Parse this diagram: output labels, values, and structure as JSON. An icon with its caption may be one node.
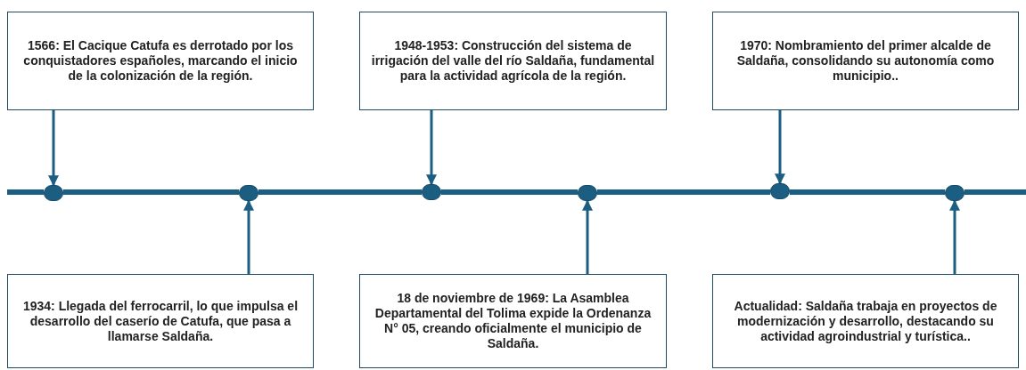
{
  "diagram": {
    "nodes": [
      {
        "text": [
          "1566: El Cacique Catufa es derrotado por los conquistadores españoles, marcando el inicio de la colonización de la región."
        ]
      },
      {
        "text": [
          "1948-1953: Construcción del sistema de irrigación del valle del río Saldaña, fundamental para la actividad agrícola de la región."
        ]
      },
      {
        "text": [
          "1970: Nombramiento del primer alcalde de Saldaña, consolidando su autonomía como municipio.."
        ]
      },
      {
        "text": [],
        "shape": "circle"
      },
      {
        "text": [],
        "shape": "circle"
      },
      {
        "text": [],
        "shape": "circle"
      },
      {
        "text": [],
        "shape": "circle"
      },
      {
        "text": [],
        "shape": "circle"
      },
      {
        "text": [],
        "shape": "circle"
      },
      {
        "text": [
          "1934: Llegada del ferrocarril, lo que impulsa el desarrollo del caserío de Catufa, que pasa a llamarse Saldaña."
        ]
      },
      {
        "text": [
          "18 de noviembre de 1969: La Asamblea Departamental del Tolima expide la Ordenanza N° 05, creando oficialmente el municipio de Saldaña."
        ]
      },
      {
        "text": [
          "Actualidad: Saldaña trabaja en proyectos de modernización y desarrollo, destacando su actividad agroindustrial y turística.."
        ]
      }
    ],
    "edges": [
      {
        "from": 0,
        "to": 3,
        "arrow": "to"
      },
      {
        "from": 1,
        "to": 5,
        "arrow": "to"
      },
      {
        "from": 2,
        "to": 7,
        "arrow": "to"
      },
      {
        "from": 9,
        "to": 4,
        "arrow": "to"
      },
      {
        "from": 10,
        "to": 6,
        "arrow": "to"
      },
      {
        "from": 11,
        "to": 8,
        "arrow": "to"
      },
      {
        "from": null,
        "to": 3,
        "arrow": "none"
      },
      {
        "from": 3,
        "to": 4,
        "arrow": "none"
      },
      {
        "from": 4,
        "to": 5,
        "arrow": "none"
      },
      {
        "from": 5,
        "to": 6,
        "arrow": "none"
      },
      {
        "from": 6,
        "to": 7,
        "arrow": "none"
      },
      {
        "from": 7,
        "to": 8,
        "arrow": "none"
      },
      {
        "from": 8,
        "to": null,
        "arrow": "none"
      }
    ]
  }
}
